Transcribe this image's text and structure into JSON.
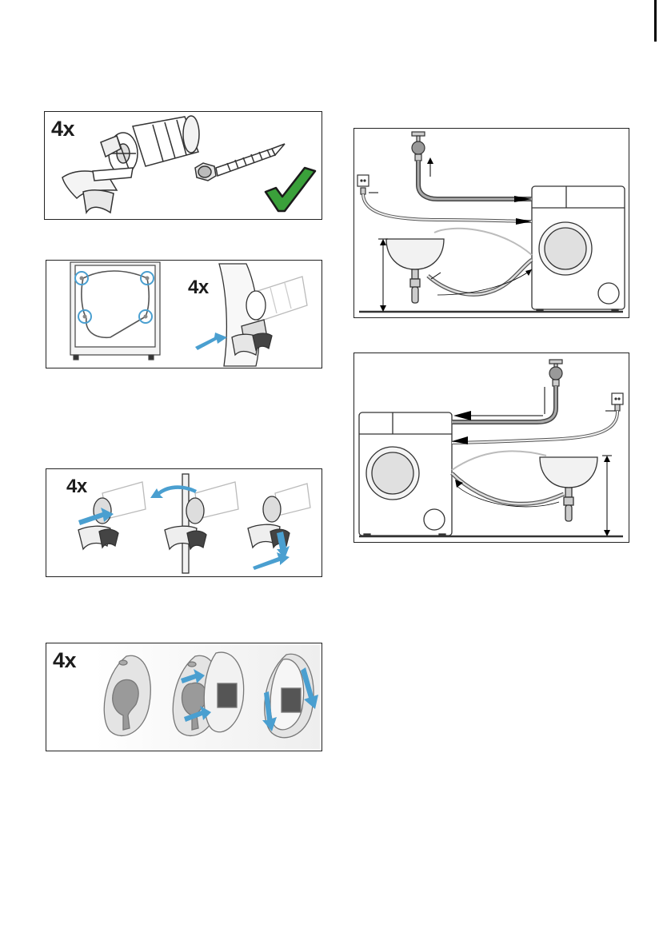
{
  "panels": {
    "transport_bolts": {
      "quantity": "4x"
    },
    "bolt_removal": {
      "quantity": "4x"
    },
    "hose_clips": {
      "quantity": "4x"
    },
    "cover_caps": {
      "quantity": "4x"
    }
  },
  "colors": {
    "accent_blue": "#4a9fd0",
    "check_green": "#3aa03a",
    "line_gray": "#333333",
    "fill_light": "#eeeeee"
  }
}
